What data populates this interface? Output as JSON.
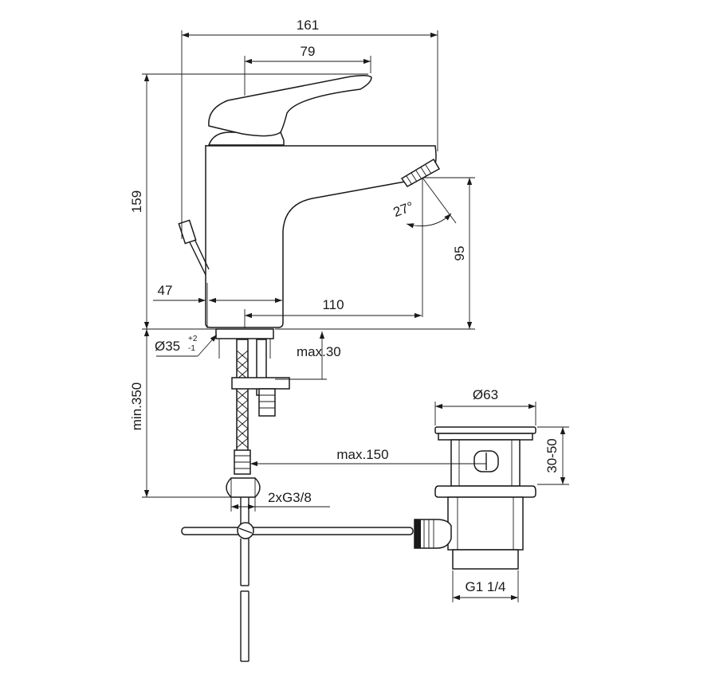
{
  "dimensions": {
    "total_width": "161",
    "lever_width": "79",
    "total_height": "159",
    "spout_height": "95",
    "body_offset": "47",
    "spout_reach": "110",
    "spout_angle": "27°",
    "hole_diameter": "Ø35",
    "hole_tol_plus": "+2",
    "hole_tol_minus": "-1",
    "deck_thickness": "max.30",
    "hose_length": "min.350",
    "connections": "2xG3/8",
    "waste_diameter": "Ø63",
    "waste_height": "30-50",
    "rod_distance": "max.150",
    "waste_thread": "G1 1/4"
  }
}
